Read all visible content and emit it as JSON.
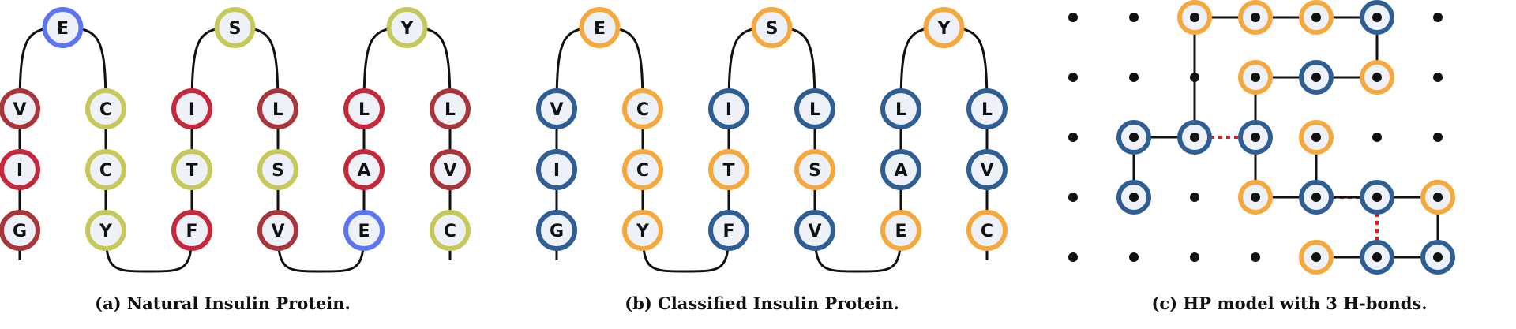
{
  "colors": {
    "brown": "#a8353a",
    "crimson": "#c4283a",
    "olive": "#c6c85a",
    "blue_light": "#5b76f0",
    "navy": "#2e5e94",
    "orange": "#f5a83c",
    "node_fill": "#eef2f8",
    "line": "#111111",
    "hbond": "#e01b1b",
    "dot": "#111111"
  },
  "panel_a": {
    "caption": "(a) Natural Insulin Protein.",
    "columns": [
      [
        {
          "l": "G",
          "c": "brown"
        },
        {
          "l": "I",
          "c": "crimson"
        },
        {
          "l": "V",
          "c": "brown"
        }
      ],
      [
        {
          "l": "Y",
          "c": "olive"
        },
        {
          "l": "C",
          "c": "olive"
        },
        {
          "l": "C",
          "c": "olive"
        }
      ],
      [
        {
          "l": "F",
          "c": "crimson"
        },
        {
          "l": "T",
          "c": "olive"
        },
        {
          "l": "I",
          "c": "crimson"
        }
      ],
      [
        {
          "l": "V",
          "c": "brown"
        },
        {
          "l": "S",
          "c": "olive"
        },
        {
          "l": "L",
          "c": "brown"
        }
      ],
      [
        {
          "l": "E",
          "c": "blue_light"
        },
        {
          "l": "A",
          "c": "crimson"
        },
        {
          "l": "L",
          "c": "crimson"
        }
      ],
      [
        {
          "l": "C",
          "c": "olive"
        },
        {
          "l": "V",
          "c": "brown"
        },
        {
          "l": "L",
          "c": "brown"
        }
      ]
    ],
    "tops": [
      {
        "l": "E",
        "c": "blue_light"
      },
      {
        "l": "S",
        "c": "olive"
      },
      {
        "l": "Y",
        "c": "olive"
      }
    ]
  },
  "panel_b": {
    "caption": "(b) Classified Insulin Protein.",
    "columns": [
      [
        {
          "l": "G",
          "c": "navy"
        },
        {
          "l": "I",
          "c": "navy"
        },
        {
          "l": "V",
          "c": "navy"
        }
      ],
      [
        {
          "l": "Y",
          "c": "orange"
        },
        {
          "l": "C",
          "c": "orange"
        },
        {
          "l": "C",
          "c": "orange"
        }
      ],
      [
        {
          "l": "F",
          "c": "navy"
        },
        {
          "l": "T",
          "c": "orange"
        },
        {
          "l": "I",
          "c": "navy"
        }
      ],
      [
        {
          "l": "V",
          "c": "navy"
        },
        {
          "l": "S",
          "c": "orange"
        },
        {
          "l": "L",
          "c": "navy"
        }
      ],
      [
        {
          "l": "E",
          "c": "orange"
        },
        {
          "l": "A",
          "c": "navy"
        },
        {
          "l": "L",
          "c": "navy"
        }
      ],
      [
        {
          "l": "C",
          "c": "orange"
        },
        {
          "l": "V",
          "c": "navy"
        },
        {
          "l": "L",
          "c": "navy"
        }
      ]
    ],
    "tops": [
      {
        "l": "E",
        "c": "orange"
      },
      {
        "l": "S",
        "c": "orange"
      },
      {
        "l": "Y",
        "c": "orange"
      }
    ]
  },
  "panel_c": {
    "caption": "(c) HP model with 3 H-bonds.",
    "grid": {
      "cols": 7,
      "rows": 5
    },
    "path": [
      [
        1,
        3
      ],
      [
        1,
        2
      ],
      [
        2,
        2
      ],
      [
        2,
        0
      ],
      [
        3,
        0
      ],
      [
        4,
        0
      ],
      [
        5,
        0
      ],
      [
        5,
        1
      ],
      [
        4,
        1
      ],
      [
        3,
        1
      ],
      [
        3,
        2
      ],
      [
        3,
        3
      ],
      [
        4,
        3
      ],
      [
        5,
        3
      ],
      [
        6,
        3
      ],
      [
        6,
        4
      ],
      [
        5,
        4
      ],
      [
        4,
        4
      ]
    ],
    "node_colors": [
      "navy",
      "navy",
      "navy",
      "orange",
      "orange",
      "orange",
      "navy",
      "orange",
      "navy",
      "orange",
      "navy",
      "orange",
      "navy",
      "navy",
      "orange",
      "navy",
      "navy",
      "orange"
    ],
    "hbonds": [
      [
        [
          2,
          2
        ],
        [
          3,
          2
        ]
      ],
      [
        [
          4,
          3
        ],
        [
          5,
          3
        ]
      ],
      [
        [
          5,
          3
        ],
        [
          5,
          4
        ]
      ]
    ],
    "extra_bonds": [
      [
        [
          4,
          2
        ],
        [
          4,
          3
        ]
      ]
    ],
    "extra_nodes": [
      {
        "pos": [
          4,
          2
        ],
        "c": "orange"
      }
    ]
  }
}
